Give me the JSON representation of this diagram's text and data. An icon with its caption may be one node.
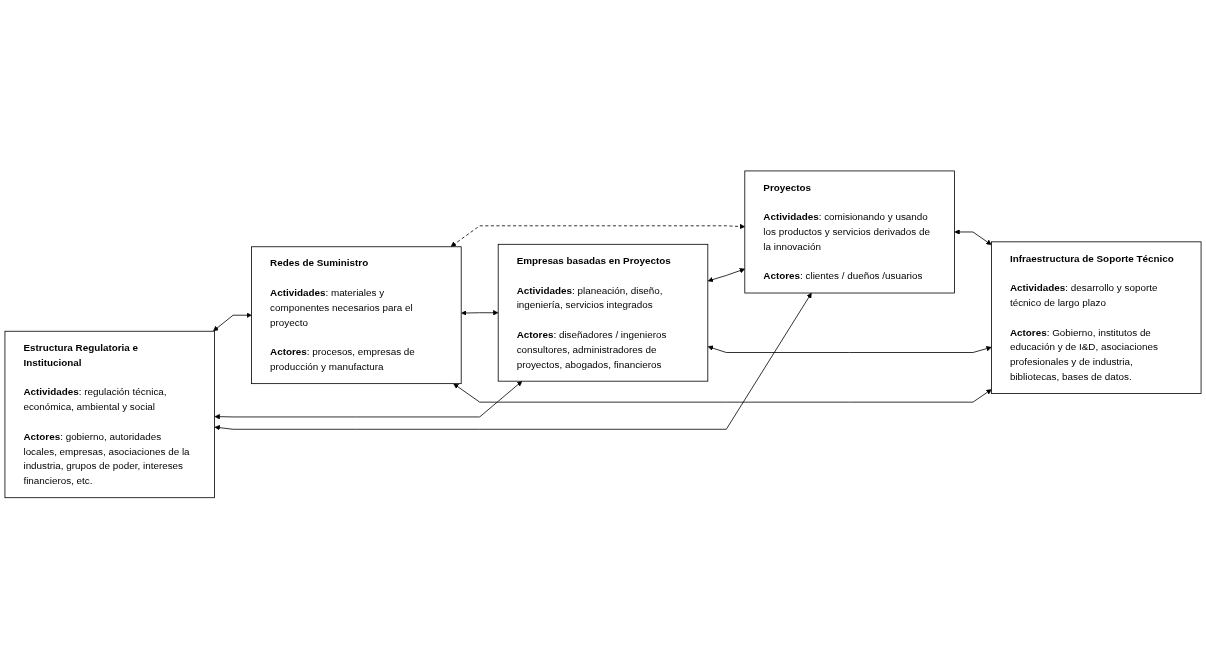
{
  "diagram": {
    "nodes": [
      {
        "text": [
          "Estructura Regulatoria e Institucional",
          "**Actividades**: regulación técnica, económica, ambiental y social",
          "**Actores**: gobierno, autoridades locales, empresas, asociaciones de la industria, grupos de poder, intereses financieros, etc."
        ]
      },
      {
        "text": [
          "Redes de Suministro",
          "**Actividades**: materiales y componentes necesarios para el proyecto",
          "**Actores**: procesos, empresas de producción y manufactura"
        ]
      },
      {
        "text": [
          "Empresas basadas en Proyectos",
          "**Actividades**: planeación, diseño, ingeniería, servicios integrados",
          "**Actores**: diseñadores / ingenieros consultores, administradores de proyectos, abogados, financieros"
        ]
      },
      {
        "text": [
          "Proyectos",
          "**Actividades**: comisionando y usando los productos y servicios derivados de la innovación",
          "**Actores**: clientes / dueños /usuarios"
        ]
      },
      {
        "text": [
          "Infraestructura de Soporte Técnico",
          "**Actividades**: desarrollo y soporte técnico de largo plazo",
          "**Actores**: Gobierno, institutos de educación y de I&D, asociaciones profesionales y de industria, bibliotecas, bases de datos."
        ]
      }
    ],
    "edges": [
      {
        "from": 0,
        "to": 1,
        "arrow": "both"
      },
      {
        "from": 0,
        "to": 2,
        "arrow": "both"
      },
      {
        "from": 0,
        "to": 3,
        "arrow": "both"
      },
      {
        "from": 1,
        "to": 3,
        "arrow": "both",
        "style": "dashed"
      },
      {
        "from": 1,
        "to": 2,
        "arrow": "both"
      },
      {
        "from": 2,
        "to": 3,
        "arrow": "both"
      },
      {
        "from": 1,
        "to": 4,
        "arrow": "both"
      },
      {
        "from": 2,
        "to": 4,
        "arrow": "both"
      },
      {
        "from": 3,
        "to": 4,
        "arrow": "both"
      }
    ]
  }
}
